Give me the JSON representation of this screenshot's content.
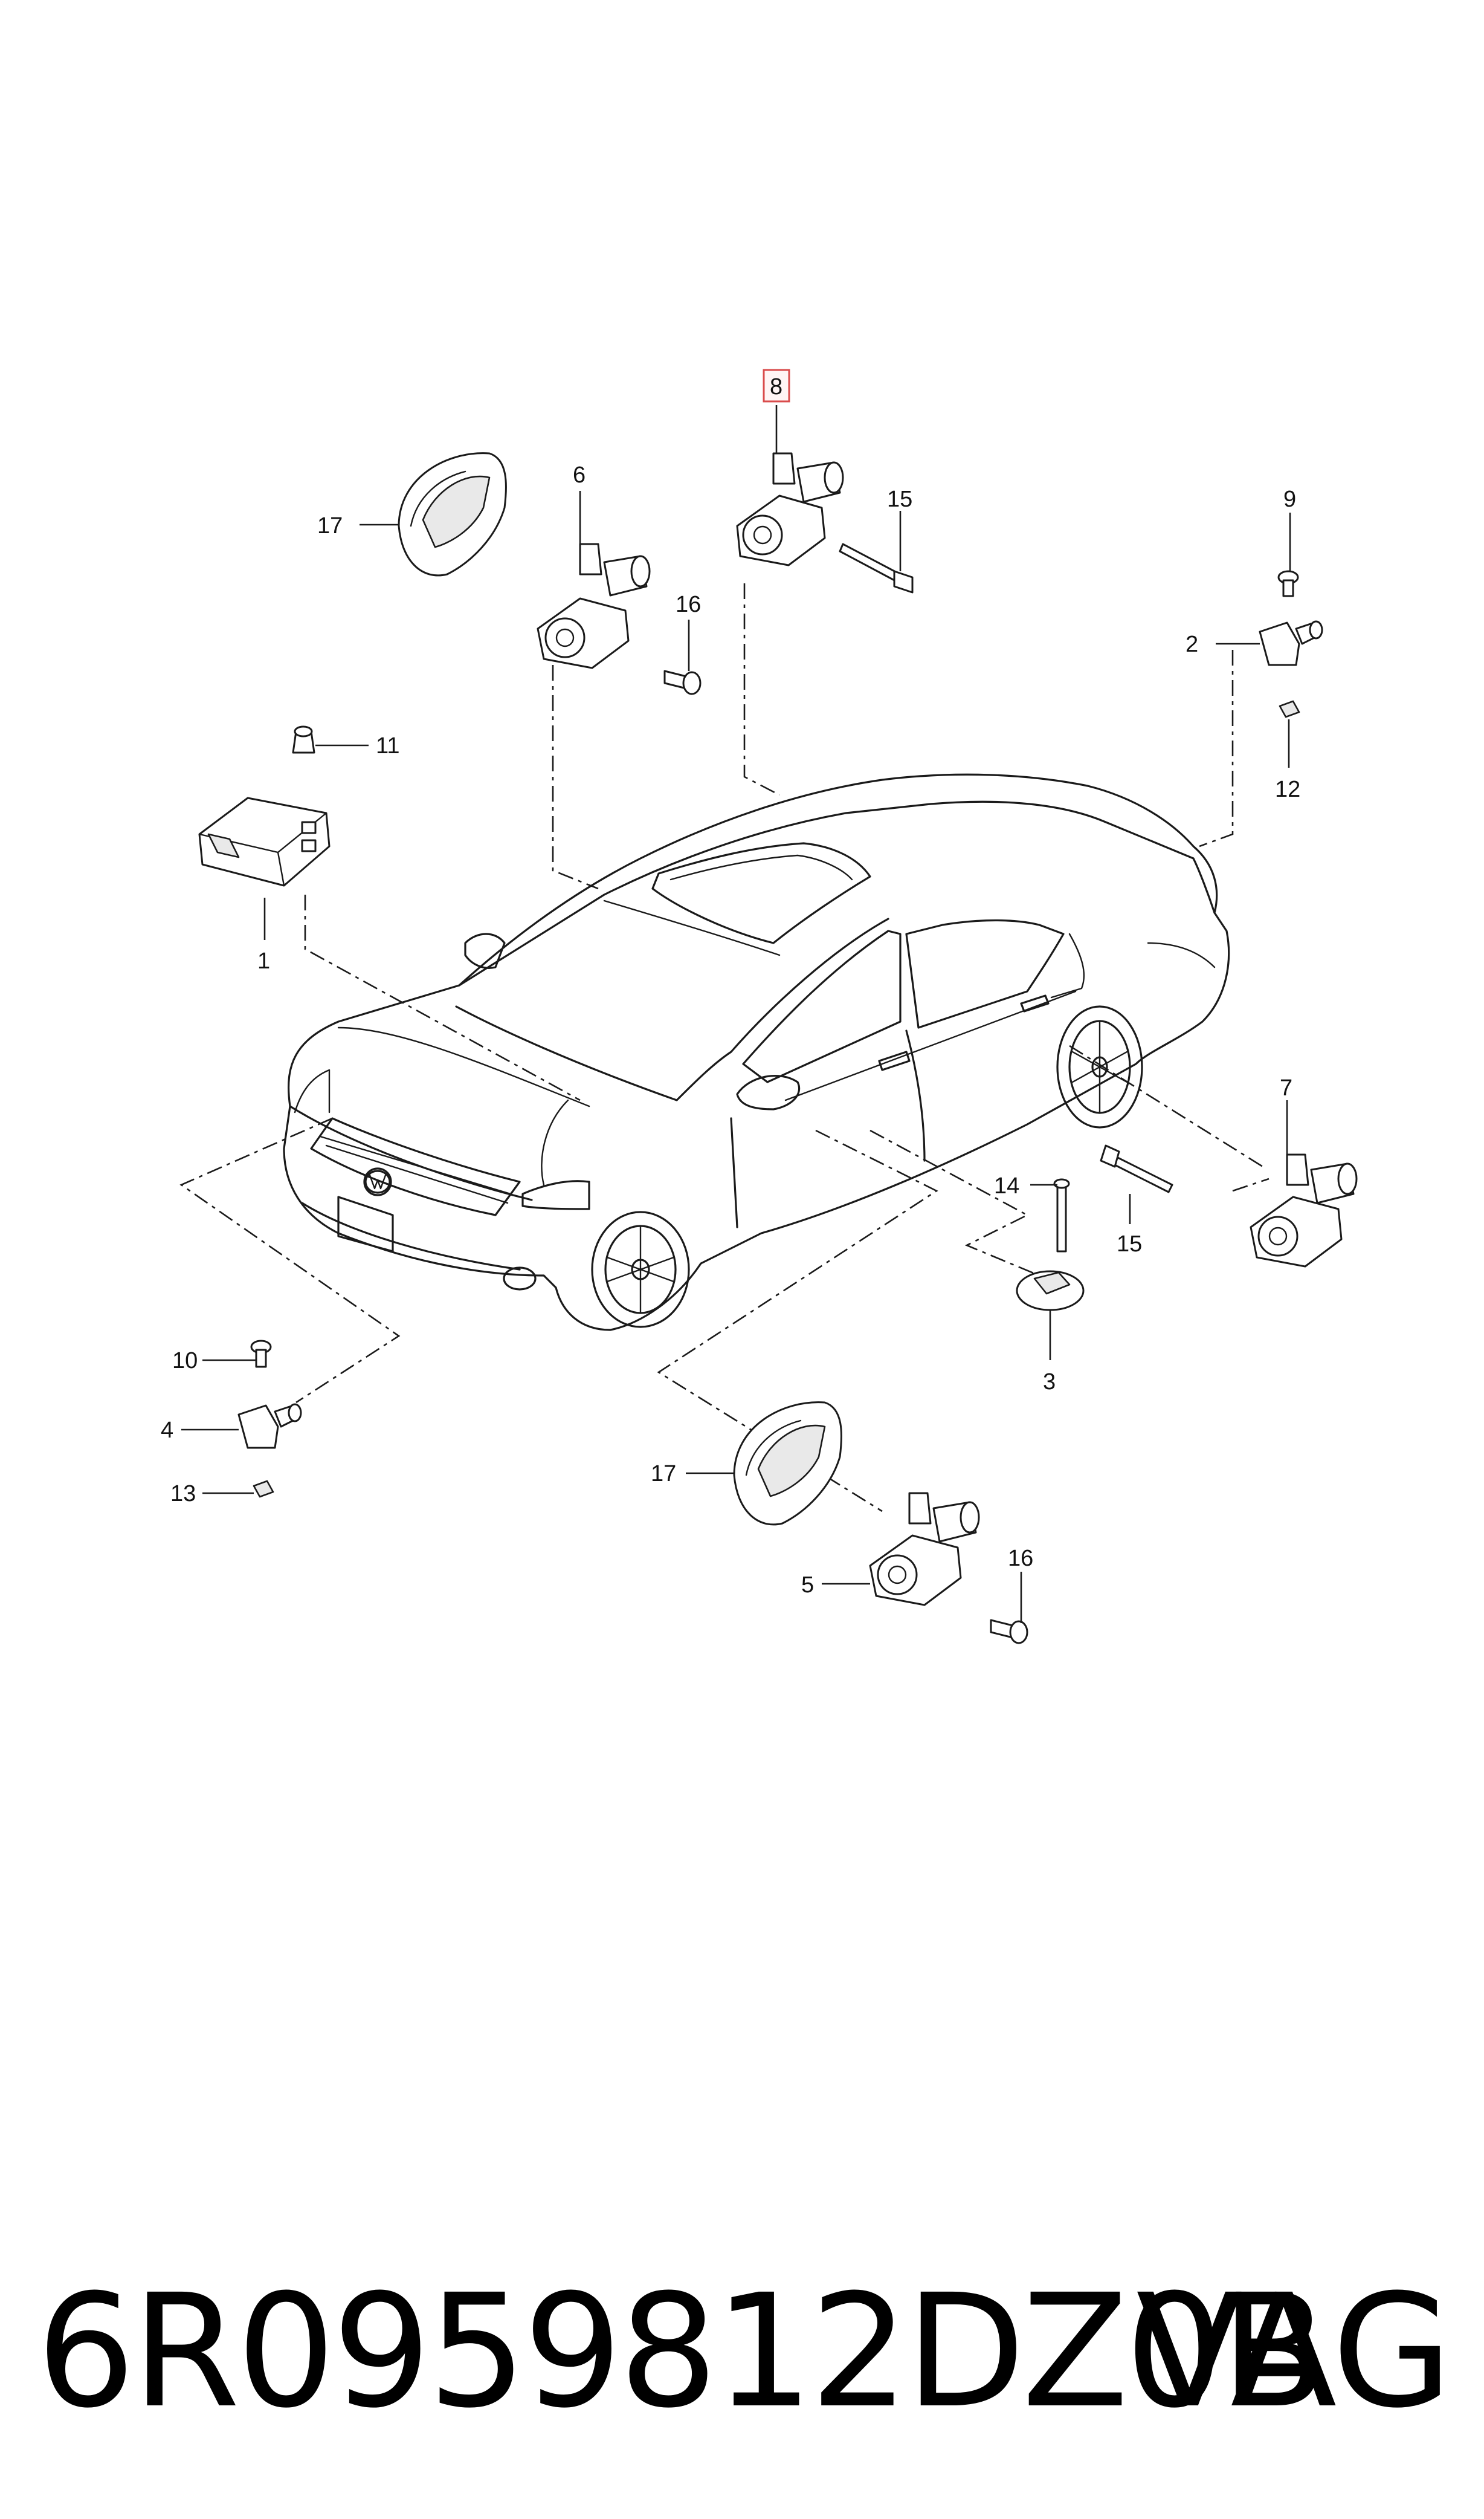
{
  "callouts": {
    "c1": "1",
    "c2": "2",
    "c3": "3",
    "c4": "4",
    "c5": "5",
    "c6": "6",
    "c7": "7",
    "c8": "8",
    "c9": "9",
    "c10": "10",
    "c11": "11",
    "c12": "12",
    "c13": "13",
    "c14": "14",
    "c15a": "15",
    "c15b": "15",
    "c16a": "16",
    "c16b": "16",
    "c17a": "17",
    "c17b": "17"
  },
  "highlighted_callout": "8",
  "colors": {
    "highlight_border": "#d94b4b",
    "line": "#1a1a1a"
  },
  "footer": {
    "part_number": "6R0959812DZ0B",
    "brand": "VAG"
  }
}
